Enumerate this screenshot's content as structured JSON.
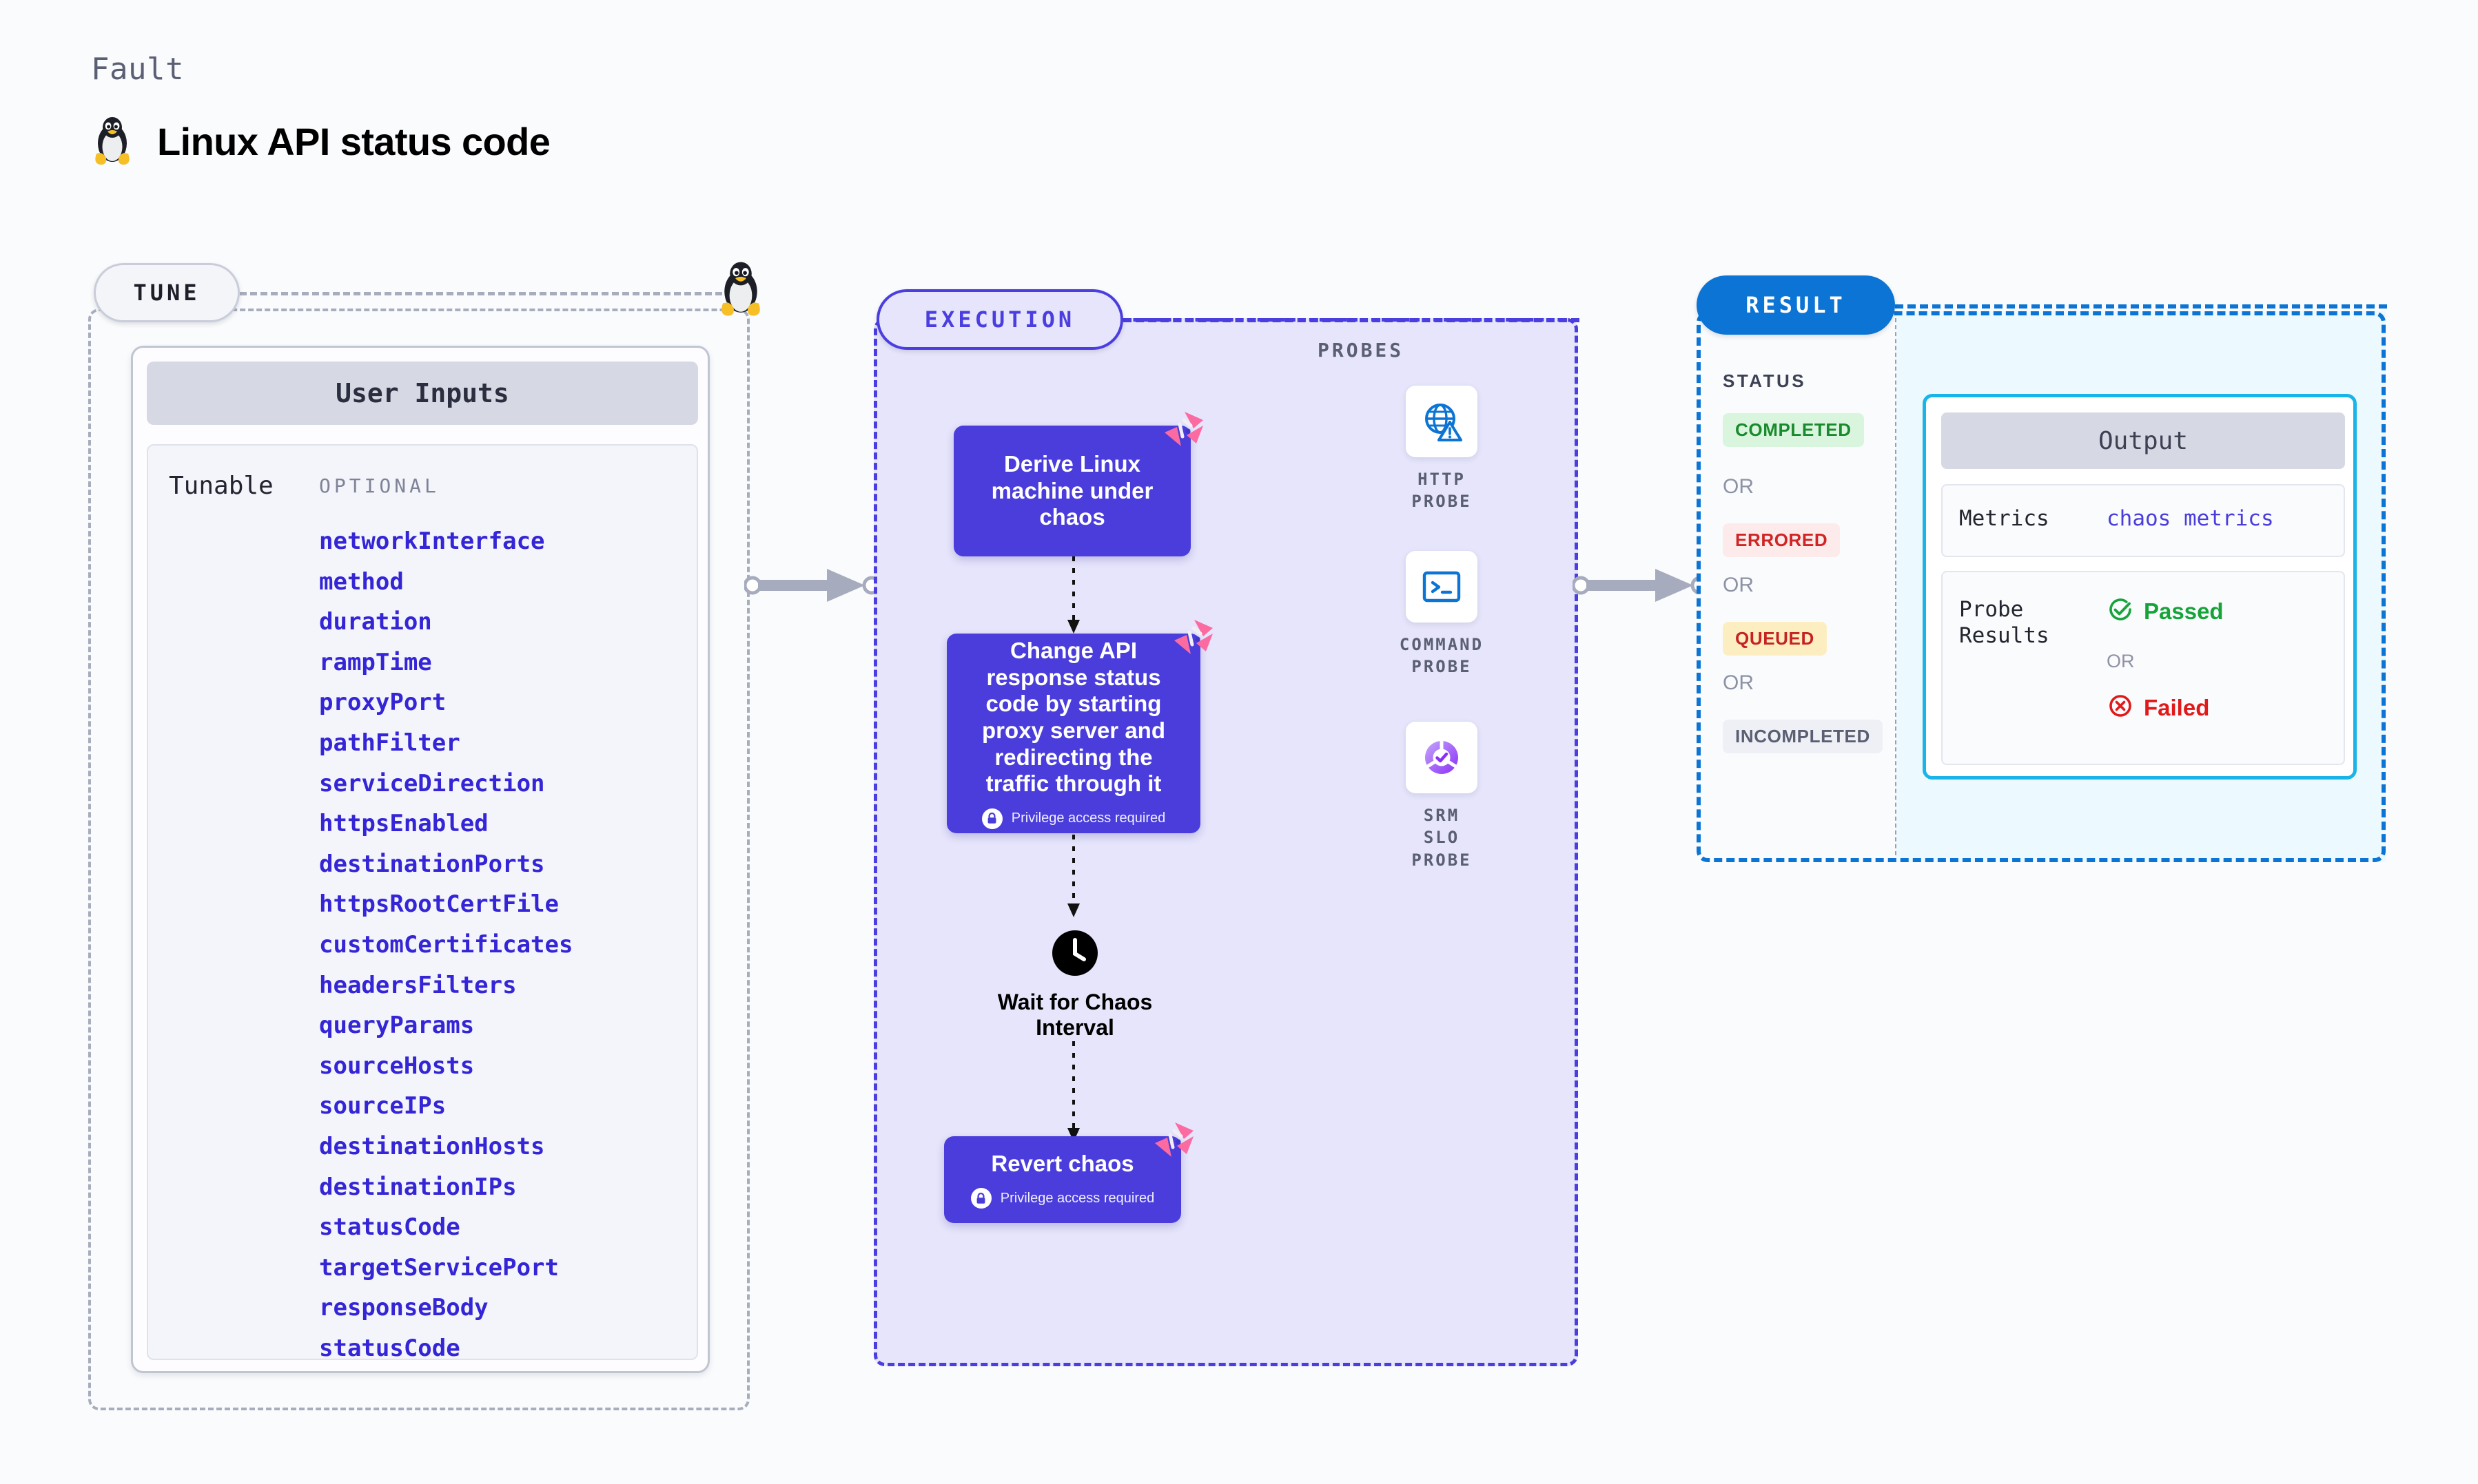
{
  "header": {
    "kicker": "Fault",
    "title": "Linux API status code",
    "icon": "linux-tux-icon"
  },
  "tune": {
    "pill_label": "TUNE",
    "badge_icon": "linux-tux-icon",
    "card": {
      "header": "User Inputs",
      "group_label": "Tunable",
      "optional_label": "OPTIONAL",
      "params": [
        "networkInterface",
        "method",
        "duration",
        "rampTime",
        "proxyPort",
        "pathFilter",
        "serviceDirection",
        "httpsEnabled",
        "destinationPorts",
        "httpsRootCertFile",
        "customCertificates",
        "headersFilters",
        "queryParams",
        "sourceHosts",
        "sourceIPs",
        "destinationHosts",
        "destinationIPs",
        "statusCode",
        "targetServicePort",
        "responseBody",
        "statusCode"
      ]
    }
  },
  "execution": {
    "pill_label": "EXECUTION",
    "privilege_note": "Privilege access required",
    "nodes": [
      {
        "title": "Derive Linux machine under chaos",
        "privileged": false,
        "badge": "harness-pinwheel-icon"
      },
      {
        "title": "Change API response status code by starting proxy server and redirecting the traffic through it",
        "privileged": true,
        "badge": "harness-pinwheel-icon"
      },
      {
        "title": "Revert chaos",
        "privileged": true,
        "badge": "harness-pinwheel-icon"
      }
    ],
    "wait": {
      "label": "Wait for Chaos Interval",
      "icon": "clock-icon"
    }
  },
  "probes": {
    "section_label": "PROBES",
    "items": [
      {
        "name": "HTTP PROBE",
        "icon": "globe-warning-icon"
      },
      {
        "name": "COMMAND\nPROBE",
        "icon": "terminal-icon"
      },
      {
        "name": "SRM SLO\nPROBE",
        "icon": "slo-donut-check-icon"
      }
    ]
  },
  "result": {
    "pill_label": "RESULT",
    "status_label": "STATUS",
    "or_label": "OR",
    "statuses": [
      {
        "label": "COMPLETED",
        "bg": "#d9f5dd",
        "fg": "#1a8a2e"
      },
      {
        "label": "ERRORED",
        "bg": "#fdeaea",
        "fg": "#d02525"
      },
      {
        "label": "QUEUED",
        "bg": "#fdeec2",
        "fg": "#c62222"
      },
      {
        "label": "INCOMPLETED",
        "bg": "#eef0f5",
        "fg": "#5b5f73"
      }
    ],
    "output": {
      "header": "Output",
      "metrics_key": "Metrics",
      "metrics_value": "chaos metrics",
      "probe_results_key": "Probe Results",
      "passed_label": "Passed",
      "failed_label": "Failed",
      "or_label": "OR",
      "passed_icon": "check-circle-icon",
      "failed_icon": "x-circle-icon"
    }
  },
  "connectors": {
    "tune_to_execution": "arrow-right",
    "execution_to_result": "arrow-right"
  },
  "colors": {
    "tune_border": "#a8adbd",
    "execution_accent": "#4b3ee0",
    "execution_bg": "#e6e5fb",
    "result_accent": "#0b74d4",
    "output_border": "#19b4e8",
    "param_text": "#3425d6",
    "pinwheel": "#fb6aa0"
  }
}
